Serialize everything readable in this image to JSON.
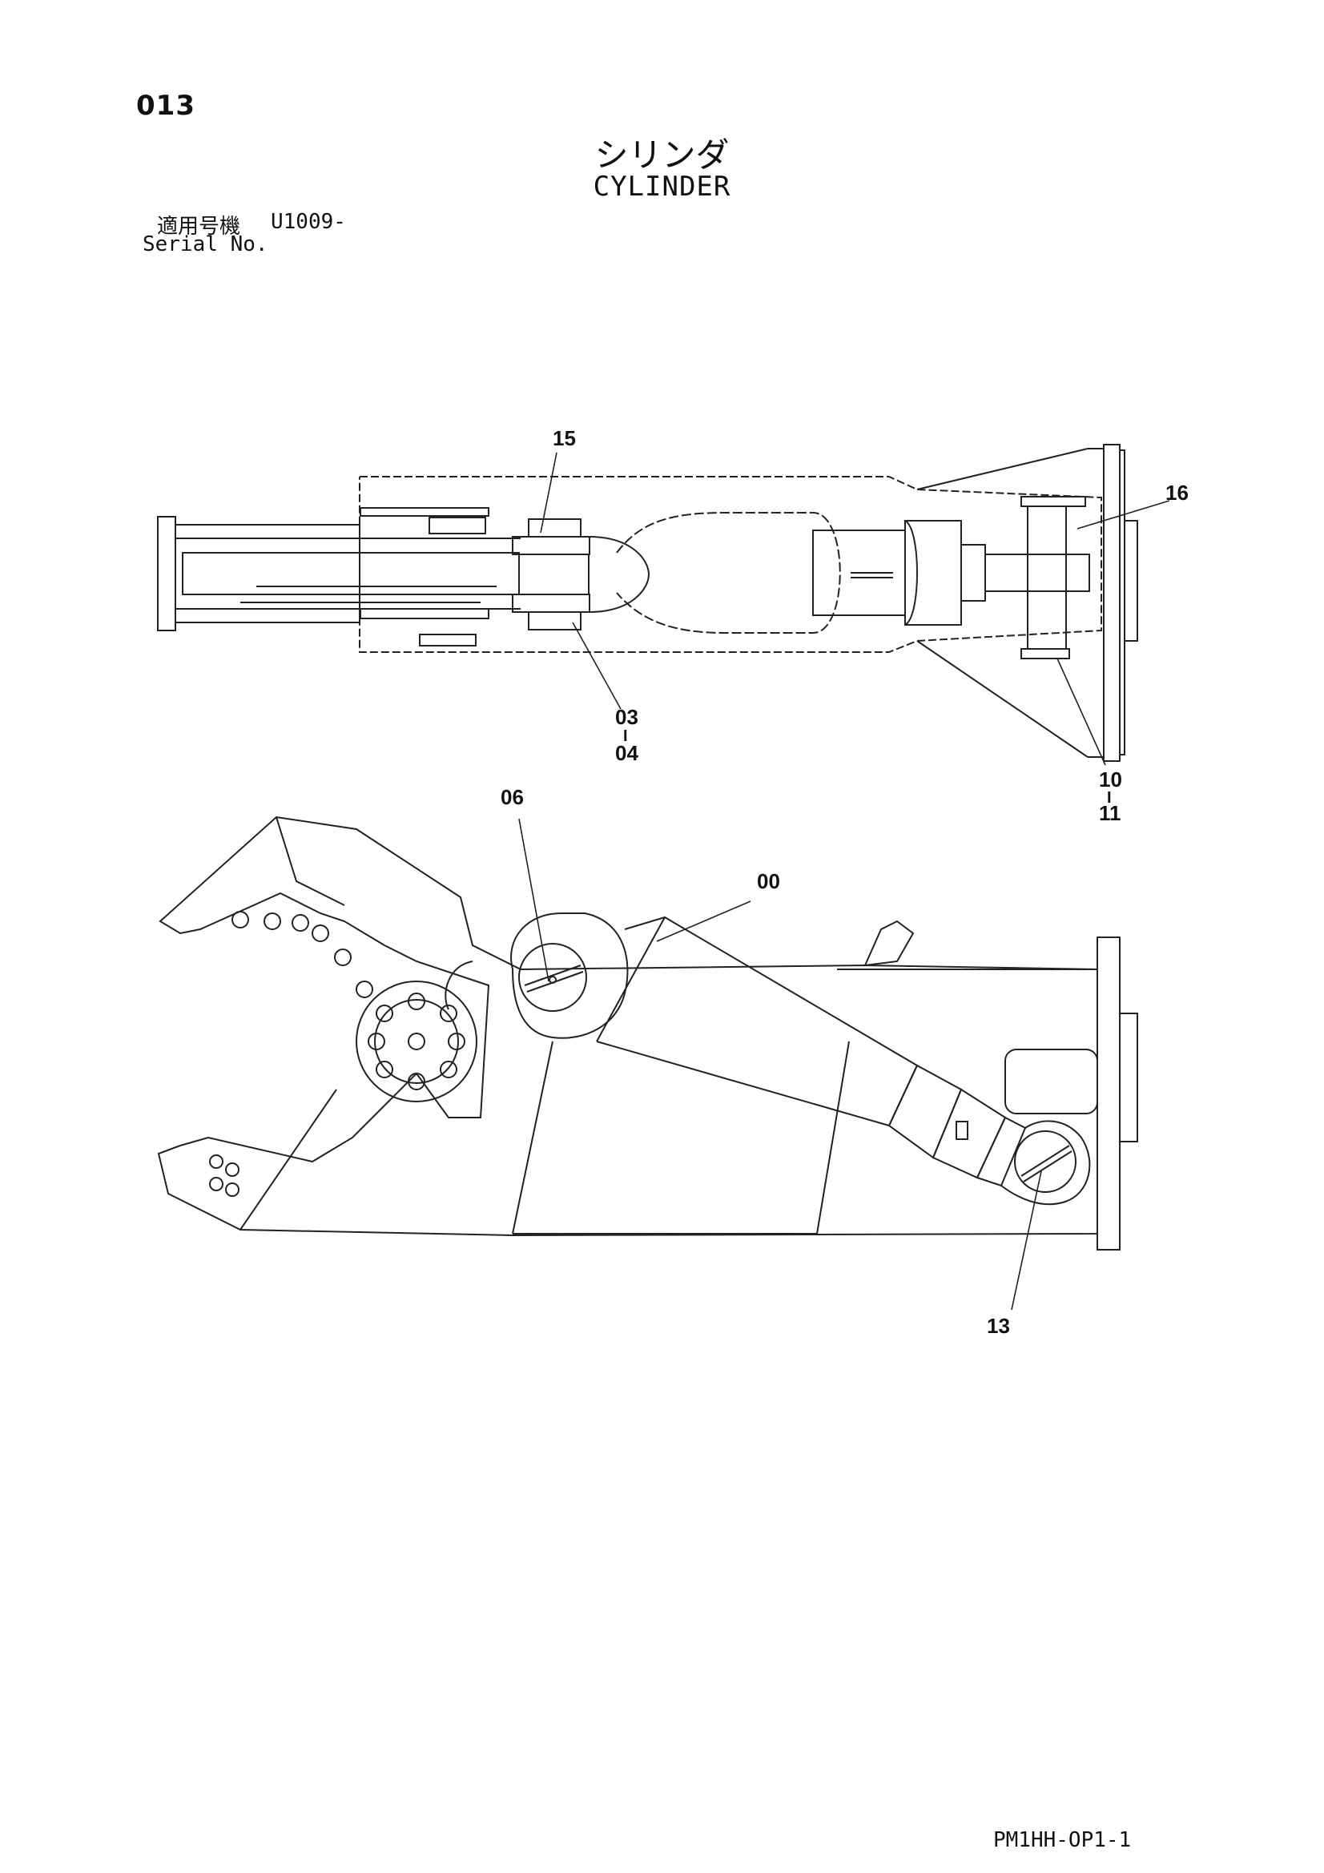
{
  "page_number": "013",
  "title_ja": "シリンダ",
  "title_en": "CYLINDER",
  "serial_label_ja": "適用号機",
  "serial_label_en": "Serial No.",
  "serial_value": "U1009-",
  "document_code": "PM1HH-OP1-1",
  "callouts": {
    "c15": "15",
    "c16": "16",
    "c03": "03",
    "c04": "04",
    "c10": "10",
    "c11": "11",
    "c06": "06",
    "c00": "00",
    "c13": "13"
  },
  "range_separator": "I"
}
